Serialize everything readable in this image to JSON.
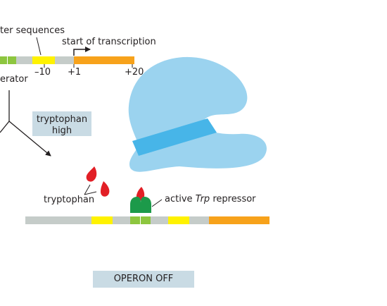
{
  "labels": {
    "promoter_sequences": "ter sequences",
    "start_of_transcription": "start of transcription",
    "minus10": "–10",
    "plus1": "+1",
    "plus20": "+20",
    "operator": "erator",
    "tryptophan": "tryptophan",
    "repressor_prefix": "active ",
    "repressor_italic": "Trp",
    "repressor_suffix": " repressor"
  },
  "boxes": {
    "tryptophan_high_line1": "tryptophan",
    "tryptophan_high_line2": "high",
    "operon_off": "OPERON OFF"
  },
  "colors": {
    "dna_gray": "#c5ccc9",
    "dna_yellow": "#fff200",
    "dna_green": "#8dc63f",
    "dna_orange": "#f7a21b",
    "repressor_light": "#9bd3ef",
    "repressor_dark": "#47b5e8",
    "tryptophan_red": "#e21f26",
    "repressor_green": "#1c9a4a",
    "box_fill": "#c9dbe4"
  }
}
